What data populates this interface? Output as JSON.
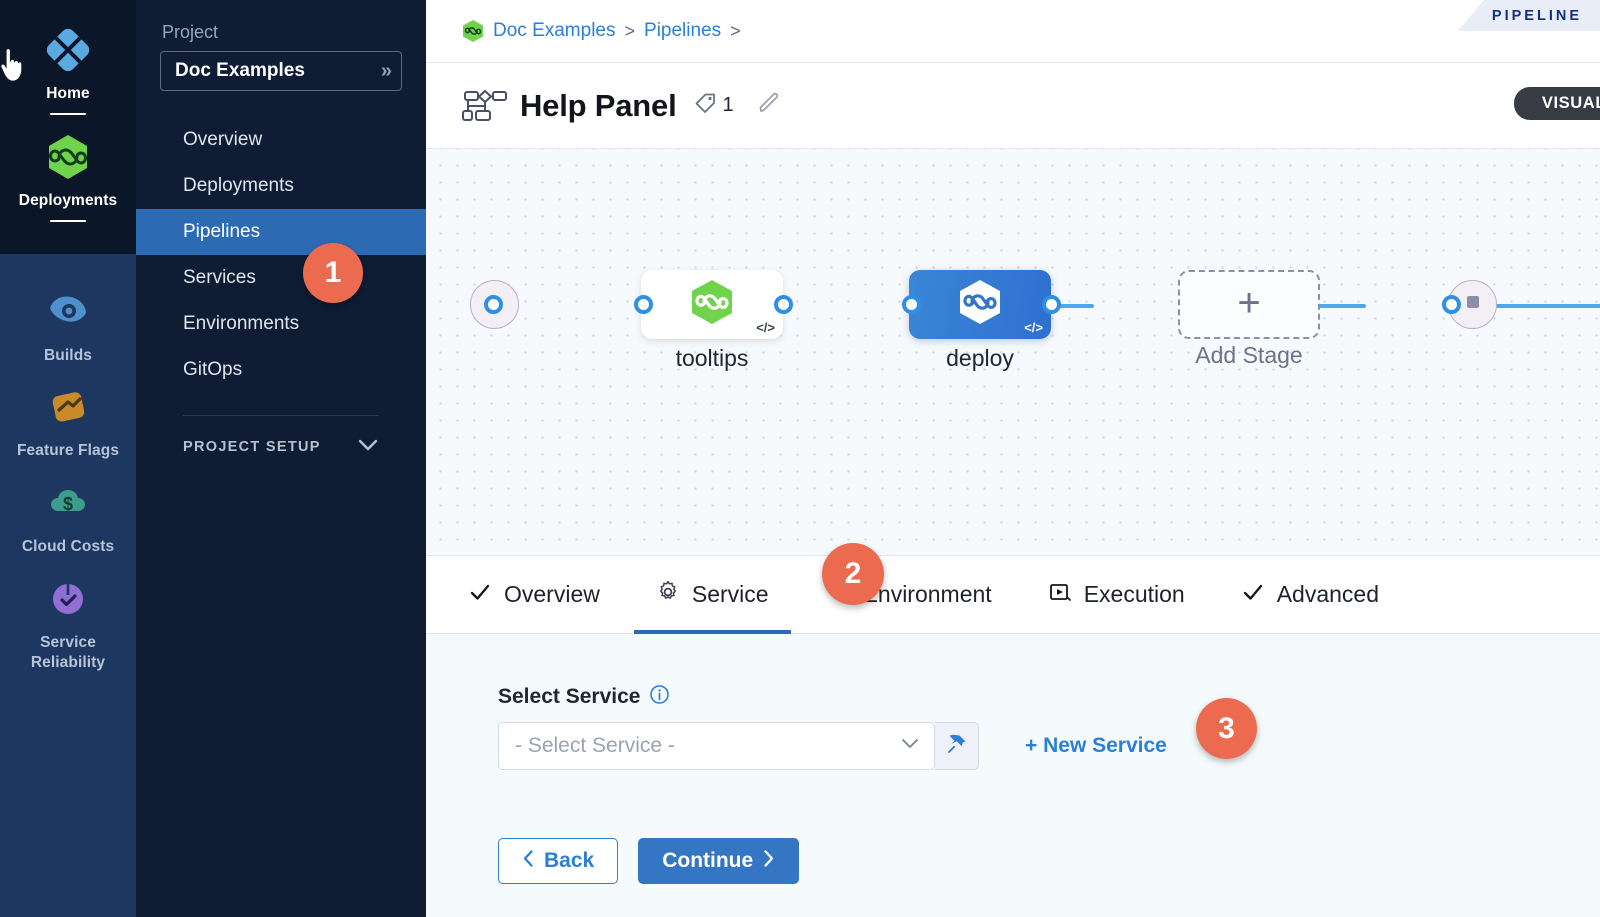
{
  "module_rail": {
    "items": [
      {
        "label": "Home",
        "icon": "home-grid-icon",
        "active": true
      },
      {
        "label": "Deployments",
        "icon": "deployments-infinity-icon",
        "active": true
      },
      {
        "label": "Builds",
        "icon": "builds-icon",
        "active": false
      },
      {
        "label": "Feature Flags",
        "icon": "feature-flags-icon",
        "active": false
      },
      {
        "label": "Cloud Costs",
        "icon": "cloud-costs-icon",
        "active": false
      },
      {
        "label": "Service Reliability",
        "icon": "service-reliability-icon",
        "active": false
      }
    ]
  },
  "project_sidebar": {
    "section_label": "Project",
    "selected_project": "Doc Examples",
    "expand_icon": "double-chevron-right-icon",
    "nav_items": [
      {
        "label": "Overview",
        "active": false
      },
      {
        "label": "Deployments",
        "active": false
      },
      {
        "label": "Pipelines",
        "active": true
      },
      {
        "label": "Services",
        "active": false
      },
      {
        "label": "Environments",
        "active": false
      },
      {
        "label": "GitOps",
        "active": false
      }
    ],
    "setup_label": "PROJECT SETUP",
    "setup_icon": "chevron-down-icon"
  },
  "breadcrumb": {
    "project_icon": "harness-hex-icon",
    "items": [
      "Doc Examples",
      "Pipelines"
    ],
    "separator": ">"
  },
  "ribbon": {
    "label": "PIPELINE"
  },
  "title_bar": {
    "icon": "pipeline-graph-icon",
    "title": "Help Panel",
    "tag_icon": "tag-icon",
    "tag_count": "1",
    "edit_icon": "pencil-icon",
    "mode_pill": "VISUAL"
  },
  "canvas": {
    "start_icon": "play-icon",
    "end_icon": "stop-square-icon",
    "stages": [
      {
        "name": "tooltips",
        "icon": "harness-hex-green-icon",
        "badge": "</>",
        "style": "light"
      },
      {
        "name": "deploy",
        "icon": "harness-hex-white-icon",
        "badge": "</>",
        "style": "blue"
      }
    ],
    "add_stage": {
      "label": "Add Stage",
      "icon": "plus-icon"
    }
  },
  "tabs": [
    {
      "label": "Overview",
      "icon": "check-icon",
      "active": false
    },
    {
      "label": "Service",
      "icon": "gear-icon",
      "active": true
    },
    {
      "label": "Environment",
      "icon": "layers-diamond-icon",
      "active": false
    },
    {
      "label": "Execution",
      "icon": "play-box-icon",
      "active": false
    },
    {
      "label": "Advanced",
      "icon": "check-icon",
      "active": false
    }
  ],
  "form": {
    "label": "Select Service",
    "info_icon": "info-circle-icon",
    "select_placeholder": "- Select Service -",
    "select_value": "",
    "dropdown_icon": "chevron-down-icon",
    "pin_icon": "pin-icon",
    "new_service_link": "+ New Service",
    "back_button": "Back",
    "back_icon": "chevron-left-icon",
    "continue_button": "Continue",
    "continue_icon": "chevron-right-icon"
  },
  "callouts": [
    {
      "number": "1",
      "target": "sidebar-item-pipelines"
    },
    {
      "number": "2",
      "target": "tab-service"
    },
    {
      "number": "3",
      "target": "new-service-link"
    }
  ],
  "colors": {
    "accent_blue": "#2b7fd4",
    "active_nav": "#2d6ab4",
    "callout_orange": "#ec6a4f",
    "rail_dark": "#0b1628",
    "rail_blue": "#1d3761",
    "sidebar": "#0f1c33",
    "canvas_bg": "#f6fafd",
    "edge_blue": "#4ca7ef"
  }
}
